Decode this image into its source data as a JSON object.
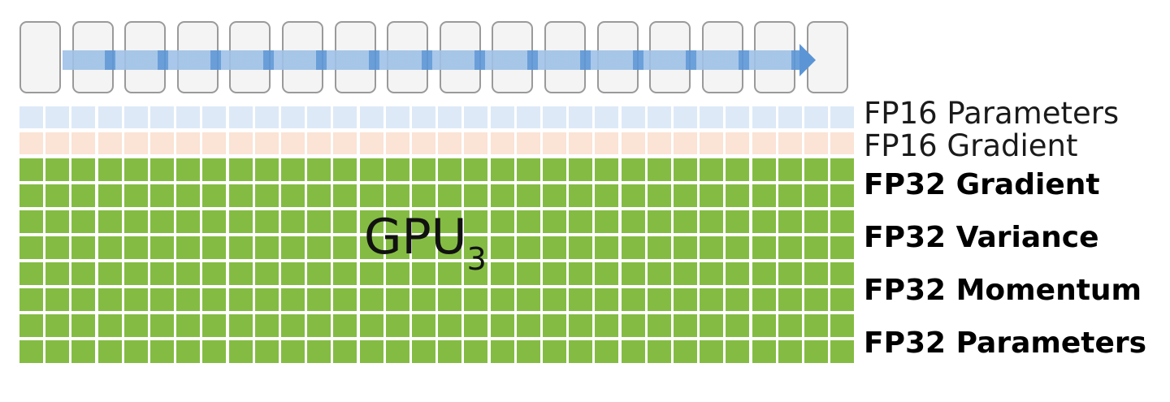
{
  "gpu": {
    "label": "GPU",
    "subscript": "3"
  },
  "layers": {
    "count": 16
  },
  "grid": {
    "columns": 32
  },
  "rows": [
    {
      "label": "FP16 Parameters",
      "style": "light",
      "color": "#dde9f7"
    },
    {
      "label": "FP16 Gradient",
      "style": "light",
      "color": "#fbe3d5"
    },
    {
      "label": "FP32 Gradient",
      "style": "bold",
      "color": "#84bc43"
    },
    {
      "label": "FP32 Variance",
      "style": "bold",
      "color": "#84bc43"
    },
    {
      "label": "FP32 Momentum",
      "style": "bold",
      "color": "#84bc43"
    },
    {
      "label": "FP32 Parameters",
      "style": "bold",
      "color": "#84bc43"
    }
  ],
  "colors": {
    "layer_fill": "#f4f4f4",
    "layer_border": "#9a9a9a",
    "arrow": "#5b95d6",
    "arrow_light": "#9ec1e7",
    "fp16_parameters": "#dde9f7",
    "fp16_gradient": "#fbe3d5",
    "fp32_states": "#84bc43"
  }
}
